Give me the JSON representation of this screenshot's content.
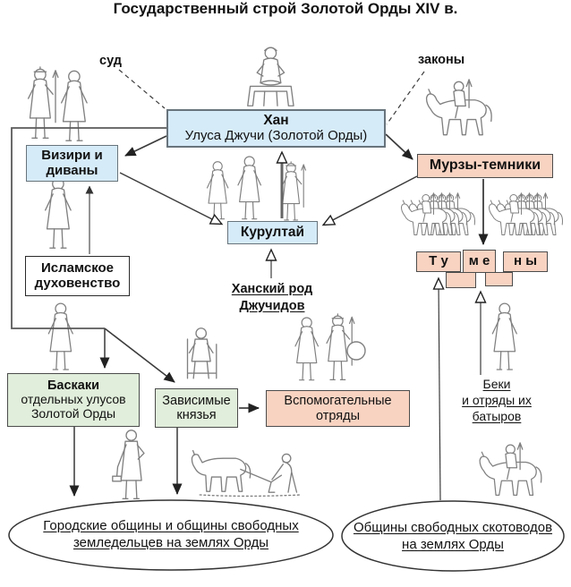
{
  "title": "Государственный строй Золотой Орды XIV в.",
  "annotations": {
    "court": "суд",
    "laws": "законы"
  },
  "nodes": {
    "khan": {
      "name": "Хан",
      "subtitle": "Улуса Джучи (Золотой Орды)"
    },
    "viziers": {
      "lines": [
        "Визири и",
        "диваны"
      ]
    },
    "murzy_temniki": {
      "label": "Мурзы-темники"
    },
    "kurultai": {
      "label": "Курултай"
    },
    "islamic_clergy": {
      "lines": [
        "Исламское",
        "духовенство"
      ]
    },
    "khan_clan": {
      "lines": [
        "Ханский род",
        "Джучидов"
      ]
    },
    "tumens": {
      "letter_groups": [
        "Т у",
        "м е",
        "н ы"
      ]
    },
    "baskaki": {
      "title": "Баскаки",
      "lines": [
        "отдельных улусов",
        "Золотой Орды"
      ]
    },
    "dependent_princes": {
      "lines": [
        "Зависимые",
        "князья"
      ]
    },
    "auxiliary_troops": {
      "lines": [
        "Вспомогательные",
        "отряды"
      ]
    },
    "beks": {
      "lines": [
        "Беки",
        "и отряды их",
        "батыров"
      ]
    },
    "urban_communities": {
      "lines": [
        "Городские общины и общины свободных",
        "земледельцев на землях Орды"
      ]
    },
    "herder_communities": {
      "lines": [
        "Общины свободных скотоводов",
        "на землях Орды"
      ]
    }
  },
  "colors": {
    "blue_box": "#d6ebf8",
    "salmon_box": "#f8d3c2",
    "green_box": "#e1eedb",
    "white_box": "#ffffff",
    "connector": "#4c4c4c",
    "figure_outline": "#808080"
  },
  "illustrations": {
    "top_left": "two-standing-nobles",
    "khan": "khan-seated-on-throne",
    "laws": "mounted-warrior-with-spear",
    "kurultai": "three-standing-elders",
    "clergy": "imam-figure",
    "tumens": "two-groups-of-four-horsemen",
    "baskaki": "standing-official",
    "princes": "seated-prince",
    "auxiliary": "two-foot-soldiers",
    "beks": "standing-bek",
    "craft": "blacksmith",
    "farming": "plowman-with-horse",
    "herding": "herdsman-on-horse"
  }
}
